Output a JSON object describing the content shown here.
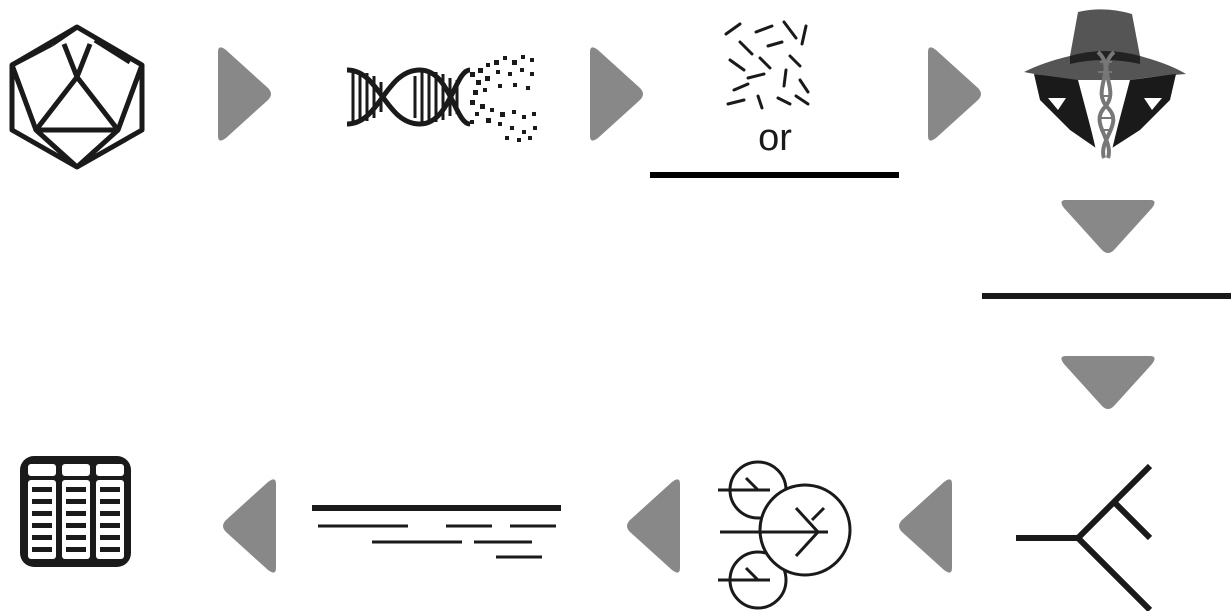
{
  "diagram": {
    "or_label": "or",
    "colors": {
      "stroke": "#1a1a1a",
      "arrow": "#888888",
      "hat": "#555555"
    },
    "icons": [
      "capsid-icon",
      "dna-fragmenting-icon",
      "short-reads-icon",
      "spy-dna-icon",
      "branching-tree-icon",
      "overlapping-circles-icon",
      "alignment-lines-icon",
      "table-grid-icon"
    ],
    "arrows": [
      "right",
      "right",
      "right",
      "down",
      "down",
      "left",
      "left",
      "left"
    ]
  }
}
